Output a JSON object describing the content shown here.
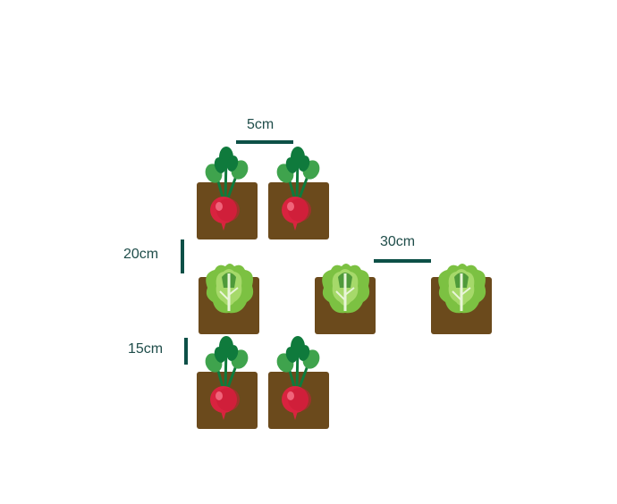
{
  "spacing_labels": {
    "radish_spacing": "5cm",
    "row_gap_top": "20cm",
    "row_gap_bottom": "15cm",
    "lettuce_spacing": "30cm"
  },
  "plants": {
    "top_row": [
      "radish",
      "radish"
    ],
    "middle_row": [
      "lettuce",
      "lettuce",
      "lettuce"
    ],
    "bottom_row": [
      "radish",
      "radish"
    ]
  },
  "colors": {
    "soil": "#6b4a1c",
    "radish": "#d9233f",
    "leaf_dark": "#0f7a3c",
    "leaf_light": "#3fa34d",
    "lettuce": "#7cc142",
    "measure": "#0d5047",
    "text": "#1f4d4a"
  }
}
